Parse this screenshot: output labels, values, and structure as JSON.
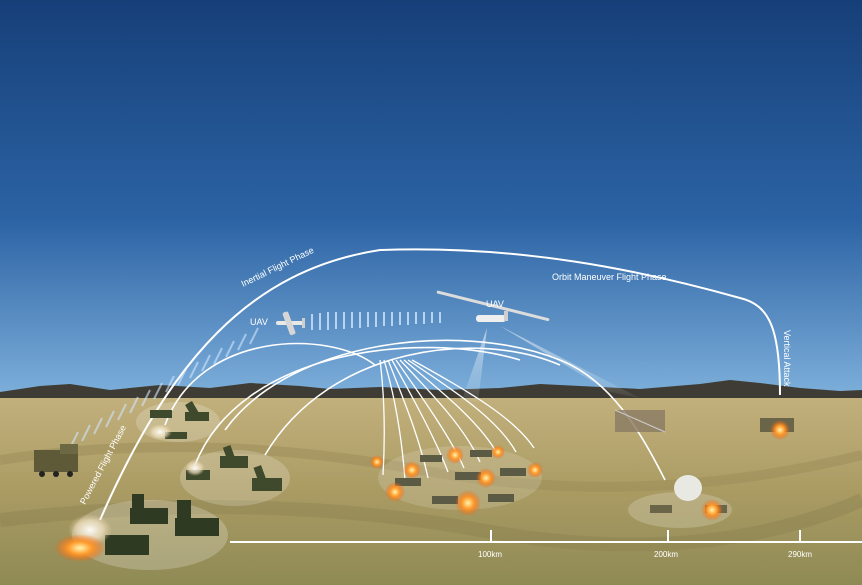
{
  "diagram": {
    "phase_labels": {
      "powered": "Powered Flight Phase",
      "inertial": "Inertial Flight Phase",
      "orbit": "Orbit Maneuver Flight Phase",
      "vertical": "Vertical Attack"
    },
    "uav_labels": {
      "left": "UAV",
      "right": "UAV"
    },
    "range_axis": {
      "ticks": [
        "100km",
        "200km",
        "290km"
      ]
    }
  },
  "colors": {
    "sky_top": "#1c4a86",
    "sky_bottom": "#5a93c9",
    "ground": "#b5a46e",
    "trajectory": "#ffffff",
    "fire": "#ff7a1a"
  }
}
